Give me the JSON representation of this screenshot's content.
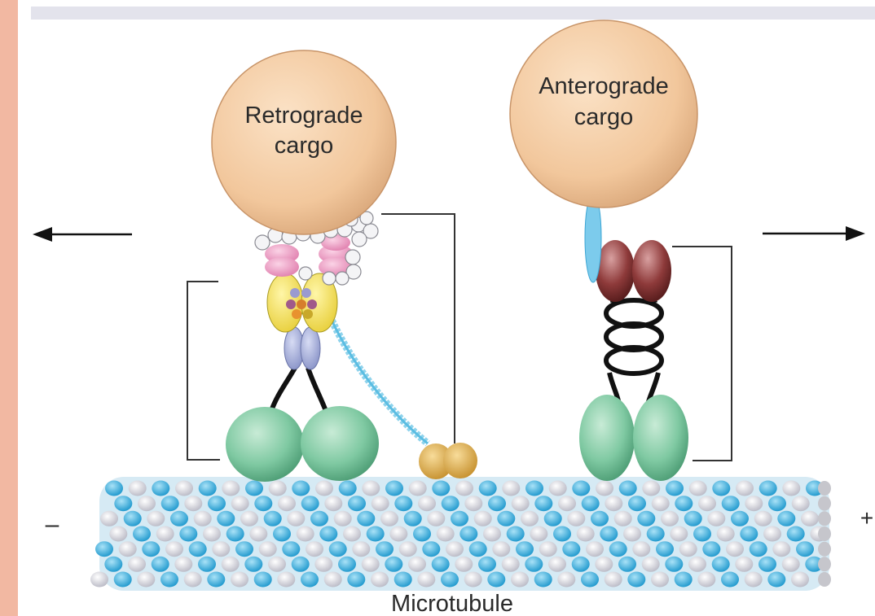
{
  "labels": {
    "retrograde_line1": "Retrograde",
    "retrograde_line2": "cargo",
    "anterograde_line1": "Anterograde",
    "anterograde_line2": "cargo",
    "minus_end": "–",
    "plus_end": "+",
    "microtubule": "Microtubule"
  },
  "colors": {
    "page_border": "#f2b8a2",
    "top_band": "#e3e3ec",
    "cargo": "#f4c9a0",
    "motor_head": "#7fc9a2",
    "tubulin_blue": "#2ba8dc",
    "tubulin_white": "#e4e4ea",
    "arrow": "#111111"
  }
}
